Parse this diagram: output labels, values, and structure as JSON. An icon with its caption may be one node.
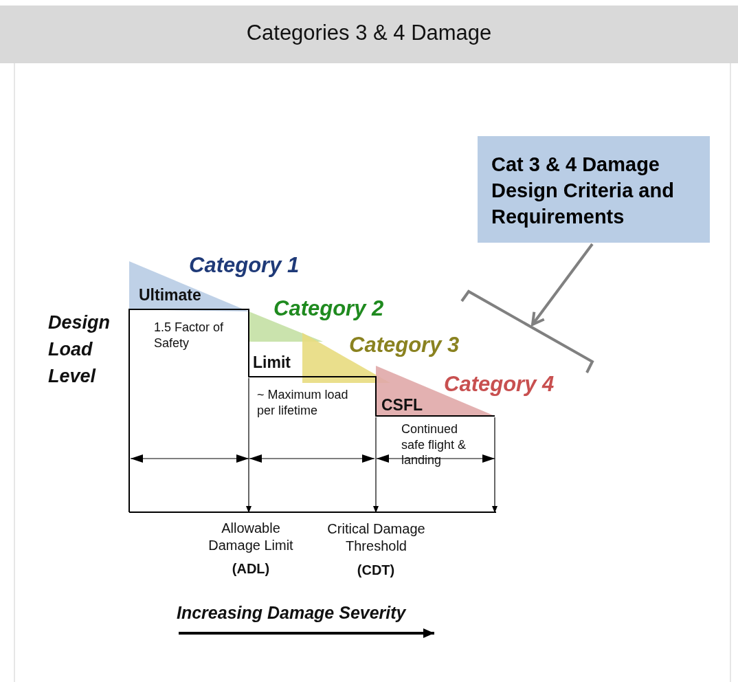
{
  "diagram": {
    "title": "Categories 3 & 4 Damage",
    "nodes": [
      {
        "text": [
          "Cat 3 & 4 Damage Design Criteria and Requirements"
        ]
      },
      {
        "text": [],
        "shape": "bracket"
      }
    ],
    "edges": [
      {
        "from": 0,
        "to": 1,
        "arrow": "to"
      }
    ],
    "labels": [
      "Category 1",
      "Ultimate",
      "Category 2",
      "Design Load Level",
      "1.5 Factor of Safety",
      "Category 3",
      "Limit",
      "Category 4",
      "~ Maximum load per lifetime",
      "CSFL",
      "Continued safe flight & landing",
      "Allowable Damage Limit",
      "(ADL)",
      "Critical Damage Threshold",
      "(CDT)",
      "Increasing Damage Severity"
    ]
  }
}
